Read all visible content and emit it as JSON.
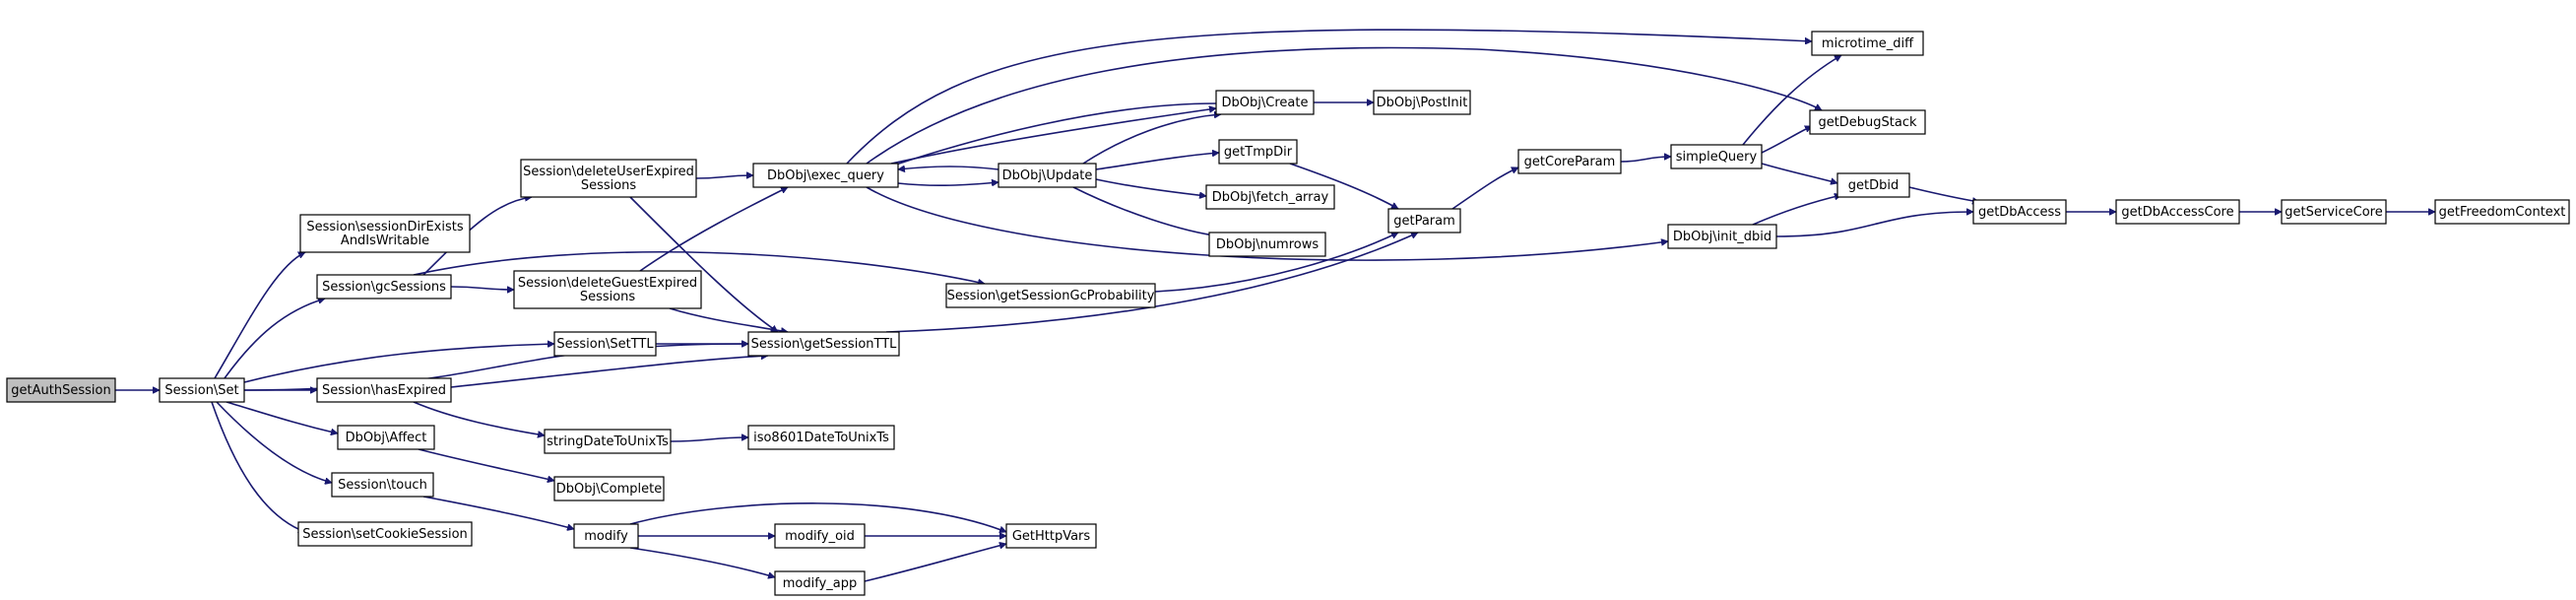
{
  "graph": {
    "root_fill": "#bfbfbf",
    "node_fill": "#ffffff",
    "edge_color": "#191970",
    "nodes": [
      {
        "id": "getAuthSession",
        "lines": [
          "getAuthSession"
        ],
        "root": true
      },
      {
        "id": "Set",
        "lines": [
          "Session\\Set"
        ]
      },
      {
        "id": "sessionDirExists",
        "lines": [
          "Session\\sessionDirExists",
          "AndIsWritable"
        ]
      },
      {
        "id": "gcSessions",
        "lines": [
          "Session\\gcSessions"
        ]
      },
      {
        "id": "SetTTL",
        "lines": [
          "Session\\SetTTL"
        ]
      },
      {
        "id": "hasExpired",
        "lines": [
          "Session\\hasExpired"
        ]
      },
      {
        "id": "Affect",
        "lines": [
          "DbObj\\Affect"
        ]
      },
      {
        "id": "touch",
        "lines": [
          "Session\\touch"
        ]
      },
      {
        "id": "setCookieSession",
        "lines": [
          "Session\\setCookieSession"
        ]
      },
      {
        "id": "deleteUserExpired",
        "lines": [
          "Session\\deleteUserExpired",
          "Sessions"
        ]
      },
      {
        "id": "deleteGuestExpired",
        "lines": [
          "Session\\deleteGuestExpired",
          "Sessions"
        ]
      },
      {
        "id": "getSessionTTL",
        "lines": [
          "Session\\getSessionTTL"
        ]
      },
      {
        "id": "stringDateToUnixTs",
        "lines": [
          "stringDateToUnixTs"
        ]
      },
      {
        "id": "Complete",
        "lines": [
          "DbObj\\Complete"
        ]
      },
      {
        "id": "modify",
        "lines": [
          "modify"
        ]
      },
      {
        "id": "exec_query",
        "lines": [
          "DbObj\\exec_query"
        ]
      },
      {
        "id": "getSessionGcProbability",
        "lines": [
          "Session\\getSessionGcProbability"
        ]
      },
      {
        "id": "iso8601DateToUnixTs",
        "lines": [
          "iso8601DateToUnixTs"
        ]
      },
      {
        "id": "modify_oid",
        "lines": [
          "modify_oid"
        ]
      },
      {
        "id": "modify_app",
        "lines": [
          "modify_app"
        ]
      },
      {
        "id": "Update",
        "lines": [
          "DbObj\\Update"
        ]
      },
      {
        "id": "Create",
        "lines": [
          "DbObj\\Create"
        ]
      },
      {
        "id": "GetHttpVars",
        "lines": [
          "GetHttpVars"
        ]
      },
      {
        "id": "getTmpDir",
        "lines": [
          "getTmpDir"
        ]
      },
      {
        "id": "fetch_array",
        "lines": [
          "DbObj\\fetch_array"
        ]
      },
      {
        "id": "numrows",
        "lines": [
          "DbObj\\numrows"
        ]
      },
      {
        "id": "PostInit",
        "lines": [
          "DbObj\\PostInit"
        ]
      },
      {
        "id": "getParam",
        "lines": [
          "getParam"
        ]
      },
      {
        "id": "getCoreParam",
        "lines": [
          "getCoreParam"
        ]
      },
      {
        "id": "init_dbid",
        "lines": [
          "DbObj\\init_dbid"
        ]
      },
      {
        "id": "simpleQuery",
        "lines": [
          "simpleQuery"
        ]
      },
      {
        "id": "microtime_diff",
        "lines": [
          "microtime_diff"
        ]
      },
      {
        "id": "getDebugStack",
        "lines": [
          "getDebugStack"
        ]
      },
      {
        "id": "getDbid",
        "lines": [
          "getDbid"
        ]
      },
      {
        "id": "getDbAccess",
        "lines": [
          "getDbAccess"
        ]
      },
      {
        "id": "getDbAccessCore",
        "lines": [
          "getDbAccessCore"
        ]
      },
      {
        "id": "getServiceCore",
        "lines": [
          "getServiceCore"
        ]
      },
      {
        "id": "getFreedomContext",
        "lines": [
          "getFreedomContext"
        ]
      }
    ],
    "edges": [
      {
        "from": "getAuthSession",
        "to": "Set"
      },
      {
        "from": "Set",
        "to": "sessionDirExists"
      },
      {
        "from": "Set",
        "to": "gcSessions"
      },
      {
        "from": "Set",
        "to": "SetTTL"
      },
      {
        "from": "Set",
        "to": "hasExpired"
      },
      {
        "from": "Set",
        "to": "Affect"
      },
      {
        "from": "Set",
        "to": "touch"
      },
      {
        "from": "Set",
        "to": "setCookieSession"
      },
      {
        "from": "Set",
        "to": "getSessionTTL"
      },
      {
        "from": "gcSessions",
        "to": "deleteUserExpired"
      },
      {
        "from": "gcSessions",
        "to": "deleteGuestExpired"
      },
      {
        "from": "gcSessions",
        "to": "getSessionGcProbability"
      },
      {
        "from": "deleteUserExpired",
        "to": "exec_query"
      },
      {
        "from": "deleteUserExpired",
        "to": "getSessionTTL"
      },
      {
        "from": "deleteGuestExpired",
        "to": "exec_query"
      },
      {
        "from": "deleteGuestExpired",
        "to": "getSessionTTL"
      },
      {
        "from": "SetTTL",
        "to": "getSessionTTL"
      },
      {
        "from": "hasExpired",
        "to": "getSessionTTL"
      },
      {
        "from": "hasExpired",
        "to": "stringDateToUnixTs"
      },
      {
        "from": "Affect",
        "to": "Complete"
      },
      {
        "from": "touch",
        "to": "modify"
      },
      {
        "from": "getSessionTTL",
        "to": "getParam"
      },
      {
        "from": "getSessionGcProbability",
        "to": "getParam"
      },
      {
        "from": "stringDateToUnixTs",
        "to": "iso8601DateToUnixTs"
      },
      {
        "from": "modify",
        "to": "modify_oid"
      },
      {
        "from": "modify",
        "to": "modify_app"
      },
      {
        "from": "modify",
        "to": "GetHttpVars"
      },
      {
        "from": "modify_oid",
        "to": "GetHttpVars"
      },
      {
        "from": "modify_app",
        "to": "GetHttpVars"
      },
      {
        "from": "exec_query",
        "to": "Update"
      },
      {
        "from": "exec_query",
        "to": "Create"
      },
      {
        "from": "exec_query",
        "to": "microtime_diff"
      },
      {
        "from": "exec_query",
        "to": "getDebugStack"
      },
      {
        "from": "exec_query",
        "to": "init_dbid"
      },
      {
        "from": "Update",
        "to": "exec_query"
      },
      {
        "from": "Update",
        "to": "Create"
      },
      {
        "from": "Update",
        "to": "getTmpDir"
      },
      {
        "from": "Update",
        "to": "fetch_array"
      },
      {
        "from": "Update",
        "to": "numrows"
      },
      {
        "from": "Create",
        "to": "exec_query"
      },
      {
        "from": "Create",
        "to": "PostInit"
      },
      {
        "from": "getTmpDir",
        "to": "getParam"
      },
      {
        "from": "getParam",
        "to": "getCoreParam"
      },
      {
        "from": "getCoreParam",
        "to": "simpleQuery"
      },
      {
        "from": "simpleQuery",
        "to": "microtime_diff"
      },
      {
        "from": "simpleQuery",
        "to": "getDebugStack"
      },
      {
        "from": "simpleQuery",
        "to": "getDbid"
      },
      {
        "from": "init_dbid",
        "to": "getDbid"
      },
      {
        "from": "init_dbid",
        "to": "getDbAccess"
      },
      {
        "from": "getDbid",
        "to": "getDbAccess"
      },
      {
        "from": "getDbAccess",
        "to": "getDbAccessCore"
      },
      {
        "from": "getDbAccessCore",
        "to": "getServiceCore"
      },
      {
        "from": "getServiceCore",
        "to": "getFreedomContext"
      }
    ]
  }
}
